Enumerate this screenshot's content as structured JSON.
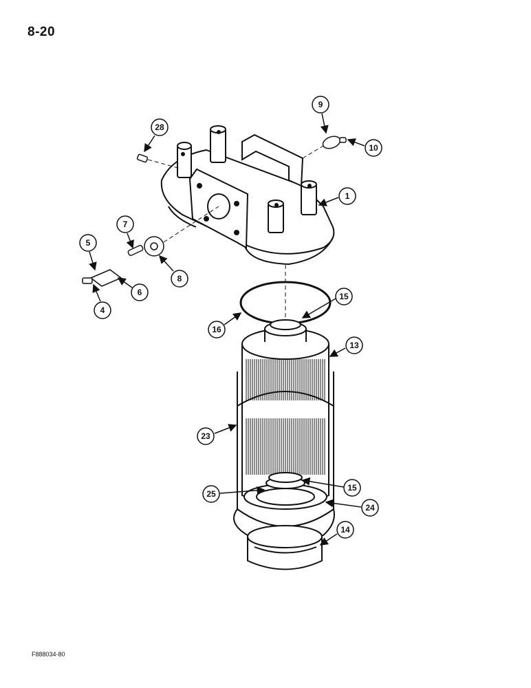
{
  "page_number": "8-20",
  "figure_ref": "F888034-80",
  "callouts": {
    "c1": "1",
    "c4": "4",
    "c5": "5",
    "c6": "6",
    "c7": "7",
    "c8": "8",
    "c9": "9",
    "c10": "10",
    "c13": "13",
    "c14": "14",
    "c15a": "15",
    "c15b": "15",
    "c16": "16",
    "c23": "23",
    "c24": "24",
    "c25": "25",
    "c28": "28"
  }
}
